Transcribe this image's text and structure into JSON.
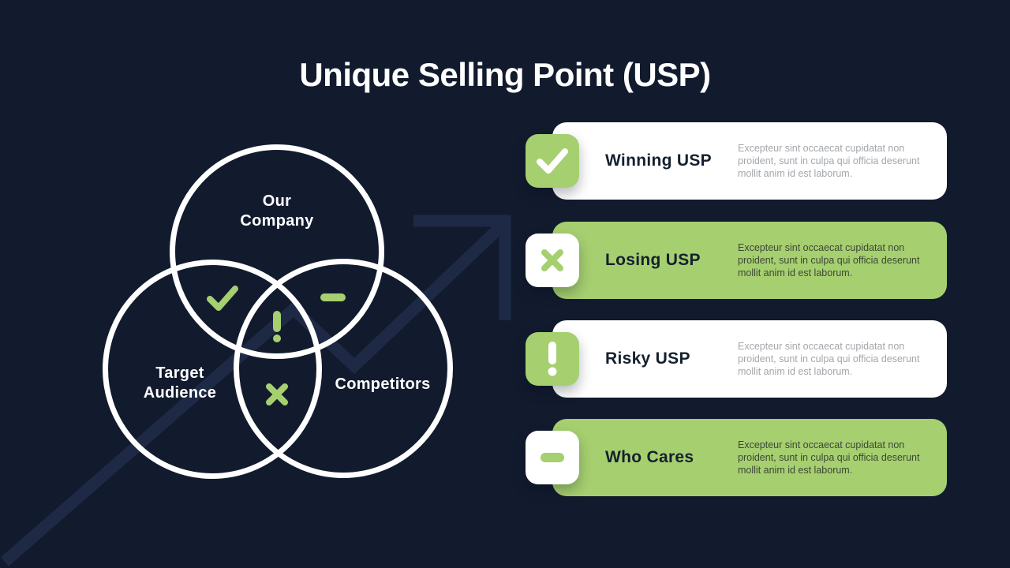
{
  "slide_title": "Unique Selling Point (USP)",
  "colors": {
    "background": "#121b2e",
    "accent_green": "#a6cf70",
    "card_white": "#ffffff",
    "title_dark": "#14202e",
    "desc_gray_on_white": "#a3a7ab",
    "desc_dark_on_green": "#3c4734",
    "venn_stroke": "#ffffff",
    "bg_arrow": "#1e2a45"
  },
  "venn": {
    "circles": [
      {
        "name": "our-company",
        "line1": "Our",
        "line2": "Company"
      },
      {
        "name": "target-audience",
        "line1": "Target",
        "line2": "Audience"
      },
      {
        "name": "competitors",
        "line1": "Competitors",
        "line2": ""
      }
    ],
    "markers": [
      {
        "icon": "check-icon"
      },
      {
        "icon": "minus-icon"
      },
      {
        "icon": "exclamation-icon"
      },
      {
        "icon": "cross-icon"
      }
    ]
  },
  "cards": [
    {
      "title": "Winning USP",
      "description": "Excepteur sint occaecat cupidatat non proident, sunt in culpa qui officia deserunt mollit anim id est laborum.",
      "icon": "check-icon",
      "variant": "white"
    },
    {
      "title": "Losing USP",
      "description": "Excepteur sint occaecat cupidatat non proident, sunt in culpa qui officia deserunt mollit anim id est laborum.",
      "icon": "cross-icon",
      "variant": "green"
    },
    {
      "title": "Risky USP",
      "description": "Excepteur sint occaecat cupidatat non proident, sunt in culpa qui officia deserunt mollit anim id est laborum.",
      "icon": "exclamation-icon",
      "variant": "white"
    },
    {
      "title": "Who Cares",
      "description": "Excepteur sint occaecat cupidatat non proident, sunt in culpa qui officia deserunt mollit anim id est laborum.",
      "icon": "minus-icon",
      "variant": "green"
    }
  ]
}
